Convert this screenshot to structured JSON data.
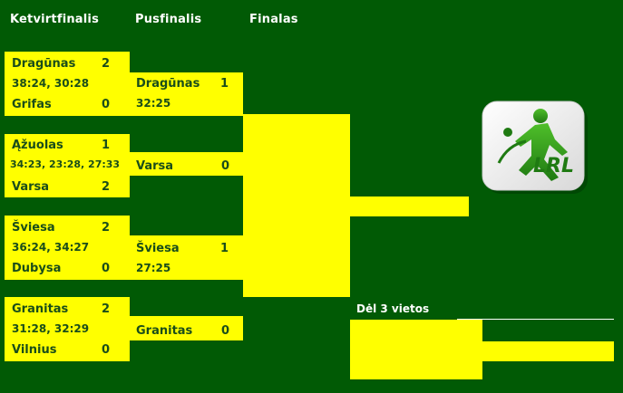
{
  "headers": {
    "quarterfinals": "Ketvirtfinalis",
    "semifinals": "Pusfinalis",
    "final": "Finalas"
  },
  "quarterfinals": [
    {
      "team1": "Dragūnas",
      "score1": "2",
      "results": "38:24, 30:28",
      "team2": "Grifas",
      "score2": "0"
    },
    {
      "team1": "Ąžuolas",
      "score1": "1",
      "results": "34:23, 23:28, 27:33",
      "team2": "Varsa",
      "score2": "2"
    },
    {
      "team1": "Šviesa",
      "score1": "2",
      "results": "36:24, 34:27",
      "team2": "Dubysa",
      "score2": "0"
    },
    {
      "team1": "Granitas",
      "score1": "2",
      "results": "31:28, 32:29",
      "team2": "Vilnius",
      "score2": "0"
    }
  ],
  "semifinals": [
    {
      "team1": "Dragūnas",
      "score1": "1",
      "results": "32:25",
      "team2": "Varsa",
      "score2": "0"
    },
    {
      "team1": "Šviesa",
      "score1": "1",
      "results": "27:25",
      "team2": "Granitas",
      "score2": "0"
    }
  ],
  "third_place": {
    "title": "Dėl 3 vietos"
  },
  "logo": {
    "text": "LRL",
    "icon": "handball-player-logo"
  },
  "colors": {
    "background": "#015a05",
    "bracket": "#ffff00",
    "team_text": "#1a4d1a",
    "header_text": "#ffffff"
  }
}
